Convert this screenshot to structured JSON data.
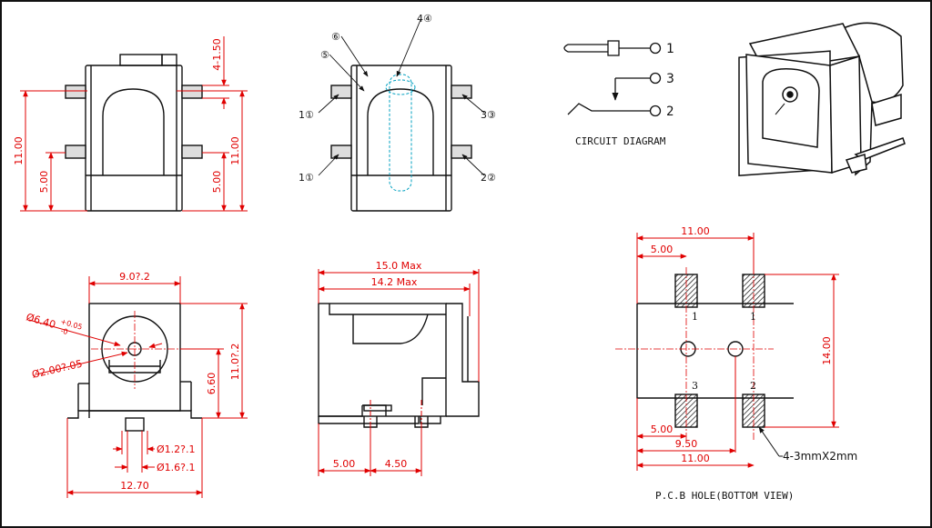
{
  "colors": {
    "outline": "#111111",
    "dimension": "#e00000",
    "centerline": "#e00000",
    "pin": "#00a0c0"
  },
  "front_view": {
    "dim_top": "4-1.50",
    "dim_height_left": "11.00",
    "dim_pin_left": "5.00",
    "dim_pin_right": "5.00",
    "dim_height_right": "11.00"
  },
  "callout_view": {
    "callouts": [
      "⑥",
      "⑤",
      "4④",
      "1①",
      "3③",
      "1①",
      "2②"
    ]
  },
  "circuit": {
    "pins": [
      "1",
      "3",
      "2"
    ],
    "caption": "CIRCUIT DIAGRAM"
  },
  "bottom_left_view": {
    "dim_width": "9.0?.2",
    "dim_outer_dia": "Ø6.40",
    "dim_outer_tol_upper": "+0.05",
    "dim_outer_tol_lower": "-0",
    "dim_inner_dia": "Ø2.00?.05",
    "dim_height": "11.0?.2",
    "dim_center": "6.60",
    "dim_pin1": "Ø1.2?.1",
    "dim_pin2": "Ø1.6?.1",
    "dim_base": "12.70"
  },
  "side_view": {
    "dim_max_outer": "15.0 Max",
    "dim_max_inner": "14.2 Max",
    "dim_a": "5.00",
    "dim_b": "4.50"
  },
  "pcb_view": {
    "dim_top": "11.00",
    "dim_top_half": "5.00",
    "dim_height": "14.00",
    "dim_bottom_half": "5.00",
    "dim_bottom_mid": "9.50",
    "dim_bottom": "11.00",
    "pad_labels": [
      "1",
      "1",
      "3",
      "2"
    ],
    "hole_note": "4-3mmX2mm",
    "caption": "P.C.B HOLE(BOTTOM VIEW)"
  }
}
